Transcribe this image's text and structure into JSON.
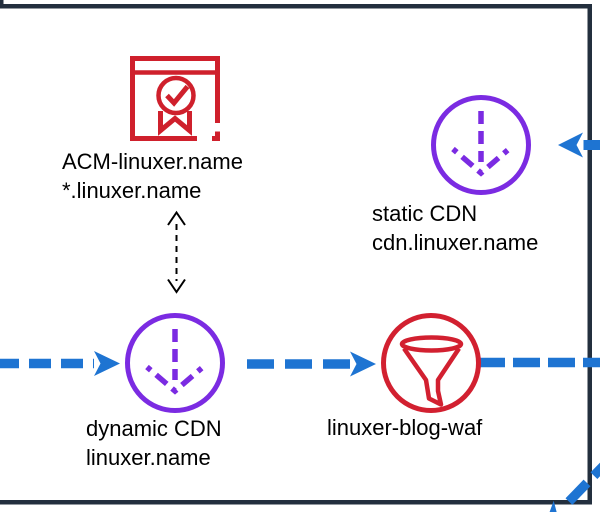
{
  "diagram": {
    "kind": "aws-architecture-diagram",
    "colors": {
      "arrow_blue": "#1E74D2",
      "cdn_purple": "#7B2BE2",
      "acm_red": "#CF202C",
      "waf_red": "#D22030",
      "border_dark": "#232F3E",
      "text": "#000000",
      "background": "#ffffff"
    },
    "nodes": {
      "acm": {
        "icon": "certificate-icon",
        "line1": "ACM-linuxer.name",
        "line2": "*.linuxer.name"
      },
      "static_cdn": {
        "icon": "cloudfront-download-icon",
        "line1": "static CDN",
        "line2": "cdn.linuxer.name"
      },
      "dynamic_cdn": {
        "icon": "cloudfront-download-icon",
        "line1": "dynamic CDN",
        "line2": "linuxer.name"
      },
      "waf": {
        "icon": "waf-filter-icon",
        "label": "linuxer-blog-waf"
      }
    },
    "connections": [
      {
        "name": "inbound-to-dynamic-cdn",
        "style": "blue-thick-dashed",
        "arrowhead": "right"
      },
      {
        "name": "dynamic-cdn-to-waf",
        "style": "blue-thick-dashed",
        "arrowhead": "right"
      },
      {
        "name": "waf-to-right-edge",
        "style": "blue-thick-dashed",
        "arrowhead": "none-visible"
      },
      {
        "name": "right-edge-to-static-cdn",
        "style": "blue-solid",
        "arrowhead": "left"
      },
      {
        "name": "diagonal-to-bottom-right",
        "style": "blue-thick-dashed",
        "arrowhead": "down-left"
      },
      {
        "name": "acm-to-dynamic-cdn",
        "style": "black-thin-dashed",
        "arrowhead": "both"
      }
    ]
  }
}
